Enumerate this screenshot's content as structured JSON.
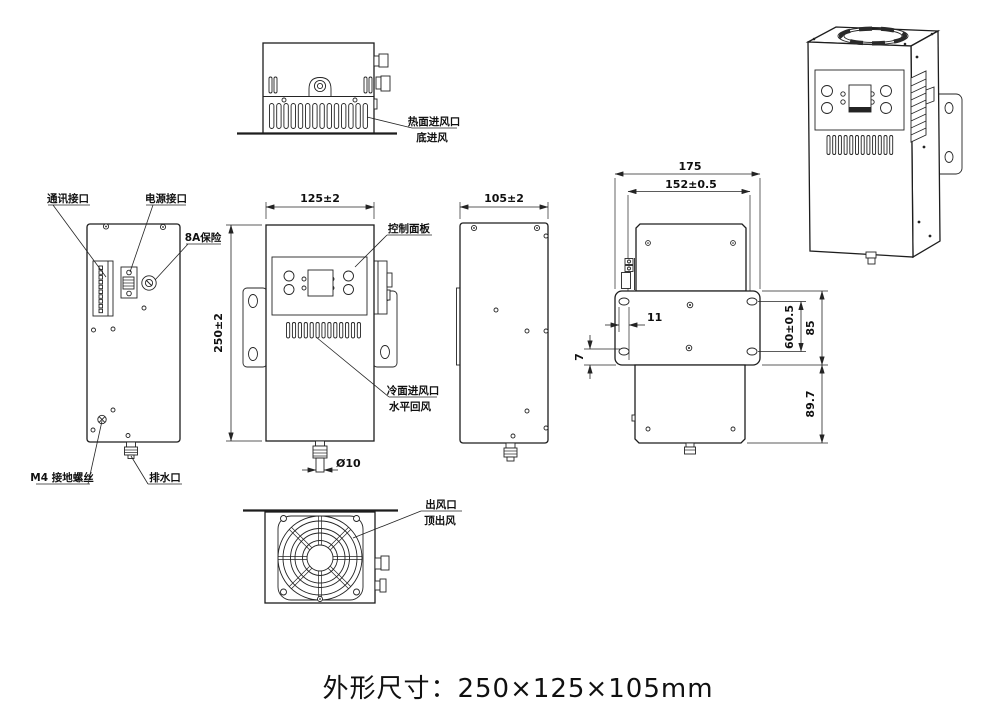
{
  "ink": "#1d1d1d",
  "caption": "外形尺寸：250×125×105mm",
  "views": {
    "bottom_face": {
      "label_line1": "热面进风口",
      "label_line2": "底进风"
    },
    "left_side": {
      "comm_port": "通讯接口",
      "power_port": "电源接口",
      "fuse": "8A保险",
      "ground_screw": "M4 接地螺丝",
      "drain": "排水口"
    },
    "front": {
      "width_dim": "125±2",
      "height_dim": "250±2",
      "control_panel": "控制面板",
      "cold_inlet_line1": "冷面进风口",
      "cold_inlet_line2": "水平回风",
      "drain_dim": "Ø10"
    },
    "right_side": {
      "width_dim": "105±2"
    },
    "top_face": {
      "overall_width": "175",
      "mount_span": "152±0.5",
      "edge_offset_h": "11",
      "edge_offset_v": "7",
      "hole_spacing": "60±0.5",
      "flange_depth": "85",
      "body_depth": "89.7"
    },
    "fan_face": {
      "label_line1": "出风口",
      "label_line2": "顶出风"
    }
  }
}
